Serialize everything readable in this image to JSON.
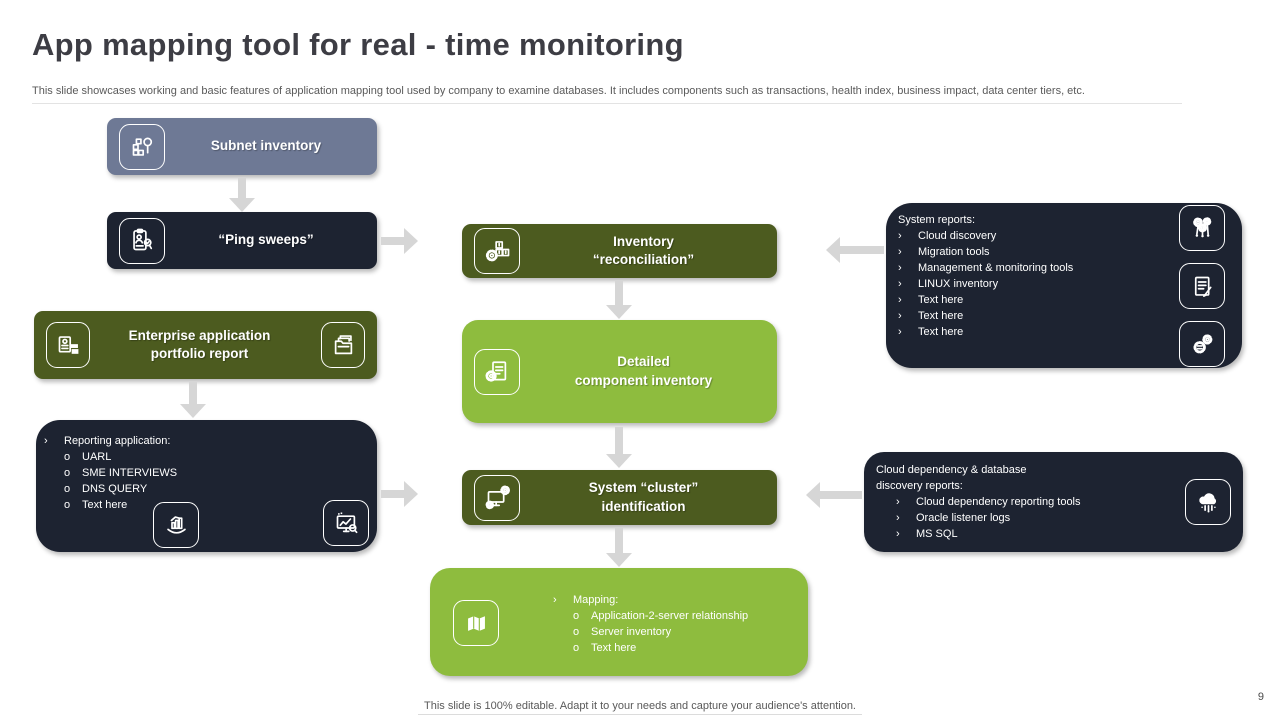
{
  "slide": {
    "title": "App mapping tool for real - time monitoring",
    "subtitle": "This slide showcases working and basic features of application mapping tool used by company to examine databases. It includes components such as transactions, health index, business impact, data center tiers, etc.",
    "footer": "This slide is 100% editable. Adapt it to your needs and capture your audience's attention.",
    "page_number": "9"
  },
  "bullets": {
    "level1": "›",
    "level2": "o"
  },
  "colors": {
    "slate_blue": "#6e7995",
    "dark_navy": "#1d2331",
    "dark_olive": "#4c5b1f",
    "light_green": "#8ebc3e",
    "arrow_gray": "#d6d6d6",
    "title_text": "#3d3d44",
    "muted_text": "#595959"
  },
  "nodes": {
    "subnet_inventory": {
      "label": "Subnet inventory",
      "icon": "stacked-boxes-magnifier-icon"
    },
    "ping_sweeps": {
      "label": "“Ping sweeps”",
      "icon": "clipboard-person-magnifier-icon"
    },
    "inventory_reconciliation": {
      "label": "Inventory\n“reconciliation”",
      "icon": "boxes-gear-icon"
    },
    "detailed_component_inventory": {
      "label": "Detailed\ncomponent inventory",
      "icon": "document-gear-icon"
    },
    "system_cluster_identification": {
      "label": "System “cluster”\nidentification",
      "icon": "monitor-gears-icon"
    },
    "enterprise_portfolio": {
      "label": "Enterprise application\nportfolio report",
      "icons": [
        "id-card-icon",
        "folder-documents-icon"
      ]
    },
    "system_reports": {
      "heading": "System reports:",
      "items": [
        "Cloud discovery",
        "Migration tools",
        "Management & monitoring tools",
        "LINUX inventory",
        "Text here",
        "Text here",
        "Text here"
      ],
      "icons": [
        "gears-network-icon",
        "document-pen-icon",
        "settings-gears-icon"
      ]
    },
    "reporting_application": {
      "heading": "Reporting application:",
      "items": [
        "UARL",
        "SME INTERVIEWS",
        "DNS QUERY",
        "Text here"
      ],
      "icons": [
        "chart-hand-icon",
        "monitor-analytics-icon"
      ]
    },
    "cloud_dependency": {
      "heading": "Cloud dependency & database\ndiscovery reports:",
      "items": [
        "Cloud dependency reporting tools",
        "Oracle listener logs",
        "MS SQL"
      ],
      "icon": "cloud-network-icon"
    },
    "mapping": {
      "heading": "Mapping:",
      "items": [
        "Application-2-server relationship",
        "Server inventory",
        "Text here"
      ],
      "icon": "map-icon"
    }
  }
}
